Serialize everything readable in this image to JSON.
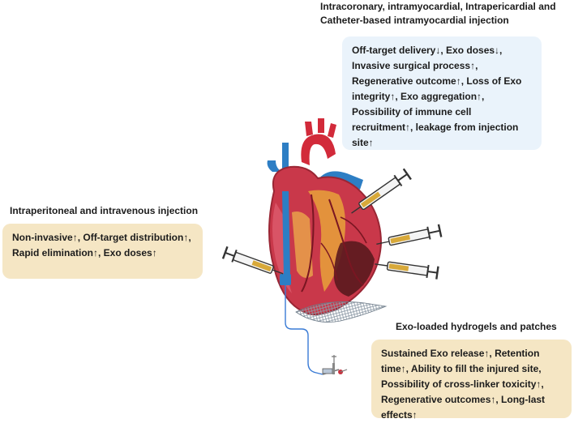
{
  "intracoronary": {
    "heading": "Intracoronary, intramyocardial, Intrapericardial and Catheter-based intramyocardial injection",
    "text": "Off-target delivery↓, Exo doses↓, Invasive surgical process↑, Regenerative outcome↑, Loss of Exo integrity↑, Exo aggregation↑, Possibility of immune cell recruitment↑, leakage from injection site↑",
    "color": "#eaf3fb"
  },
  "intraperitoneal": {
    "heading": "Intraperitoneal and intravenous injection",
    "text": "Non-invasive↑, Off-target distribution↑, Rapid elimination↑, Exo doses↑",
    "color": "#f5e6c4"
  },
  "hydrogels": {
    "heading": "Exo-loaded hydrogels and patches",
    "text": "Sustained Exo release↑, Retention time↑, Ability to fill the injured site, Possibility of cross-linker toxicity↑, Regenerative outcomes↑, Long-last effects↑",
    "color": "#f5e6c4"
  },
  "illustration": {
    "heart": "heart-illustration",
    "syringes": [
      "syringe-icon",
      "syringe-icon",
      "syringe-icon",
      "syringe-icon"
    ],
    "catheter": "catheter-icon",
    "patch": "hydrogel-patch-icon",
    "colors": {
      "heart": "#c9384a",
      "aorta": "#d22a3a",
      "vein": "#2d7ec4",
      "injury": "#5a1a1e",
      "syringe_fluid": "#d8a93a"
    }
  }
}
